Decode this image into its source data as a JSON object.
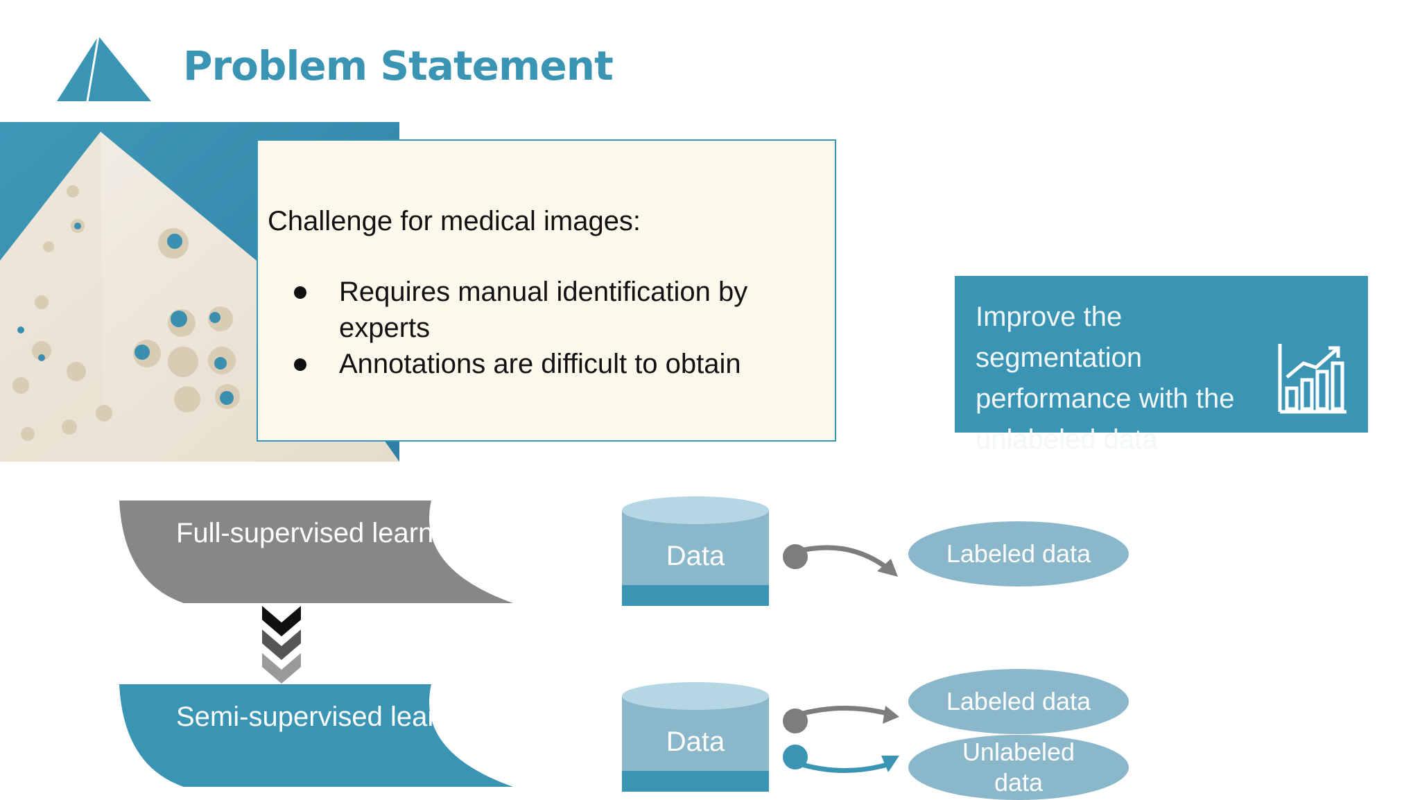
{
  "header": {
    "title": "Problem Statement"
  },
  "challenge": {
    "heading": "Challenge for medical images:",
    "bullets": [
      "Requires manual identification by experts",
      "Annotations are difficult to obtain"
    ]
  },
  "goal": {
    "text": "Improve the segmentation performance with the unlabeled data"
  },
  "banners": {
    "full": "Full-supervised learning",
    "semi": "Semi-supervised learning"
  },
  "data": {
    "top_label": "Data",
    "bottom_label": "Data",
    "labeled_1": "Labeled data",
    "labeled_2": "Labeled data",
    "unlabeled": "Unlabeled data"
  },
  "colors": {
    "accent": "#3a95b4",
    "gray": "#888888",
    "light_blue": "#8ab7c9",
    "panel": "#fcf8ec"
  },
  "icons": {
    "logo": "pyramid-logo-icon",
    "goal": "bar-chart-growth-icon",
    "transition": "chevron-down-icon"
  }
}
